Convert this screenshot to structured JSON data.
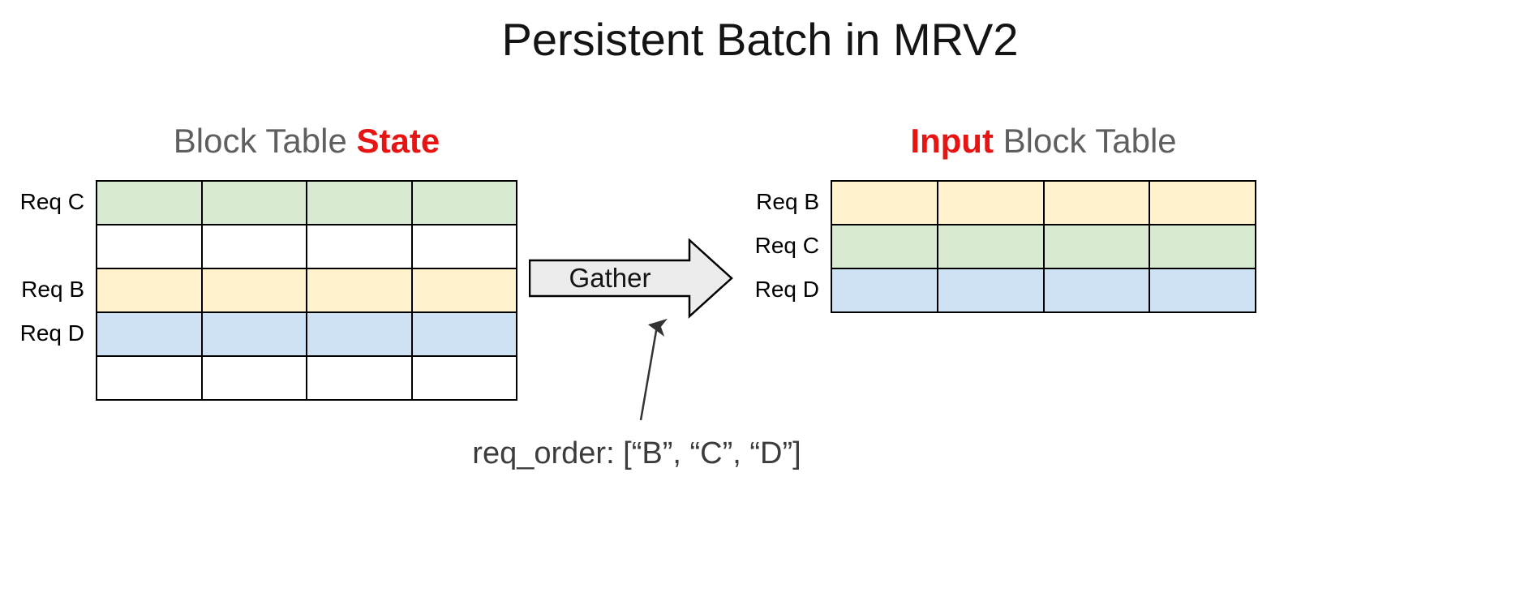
{
  "title": "Persistent Batch in MRV2",
  "colors": {
    "green": "#d9ead3",
    "yellow": "#fff2cc",
    "blue": "#cfe2f3",
    "white": "#ffffff",
    "red": "#e81313",
    "gray_text": "#5f5f5f",
    "arrow_fill": "#ececec"
  },
  "left_table": {
    "heading_prefix": "Block Table ",
    "heading_highlight": "State",
    "columns": 4,
    "rows": [
      {
        "label": "Req C",
        "color": "green"
      },
      {
        "label": "",
        "color": "white"
      },
      {
        "label": "Req B",
        "color": "yellow"
      },
      {
        "label": "Req D",
        "color": "blue"
      },
      {
        "label": "",
        "color": "white"
      }
    ]
  },
  "right_table": {
    "heading_highlight": "Input",
    "heading_suffix": " Block Table",
    "columns": 4,
    "rows": [
      {
        "label": "Req B",
        "color": "yellow"
      },
      {
        "label": "Req C",
        "color": "green"
      },
      {
        "label": "Req D",
        "color": "blue"
      }
    ]
  },
  "gather_arrow": {
    "label": "Gather"
  },
  "annotation": {
    "text": "req_order: [“B”, “C”, “D”]"
  }
}
